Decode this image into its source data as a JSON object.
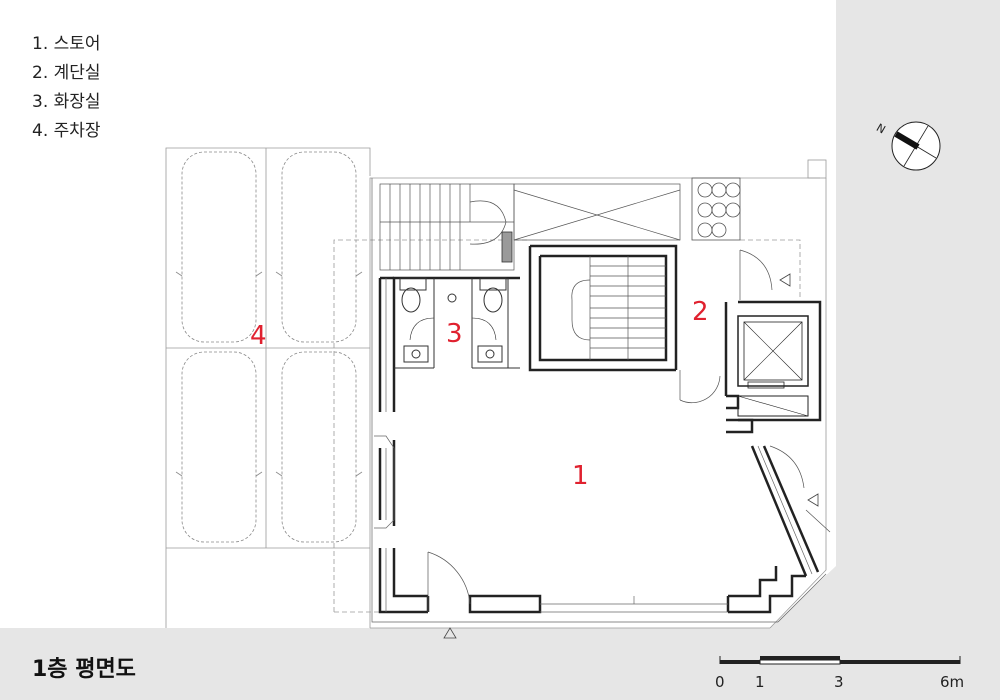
{
  "legend": [
    {
      "num": "1.",
      "name": "스토어"
    },
    {
      "num": "2.",
      "name": "계단실"
    },
    {
      "num": "3.",
      "name": "화장실"
    },
    {
      "num": "4.",
      "name": "주차장"
    }
  ],
  "rooms": [
    {
      "label": "1"
    },
    {
      "label": "2"
    },
    {
      "label": "3"
    },
    {
      "label": "4"
    }
  ],
  "north_label": "N",
  "plan_title": "1층 평면도",
  "scale_bar": {
    "ticks": [
      "0",
      "1",
      "3",
      "6m"
    ]
  },
  "colors": {
    "room_label": "#e0212f",
    "wall": "#222222",
    "ground": "#e6e6e6"
  }
}
